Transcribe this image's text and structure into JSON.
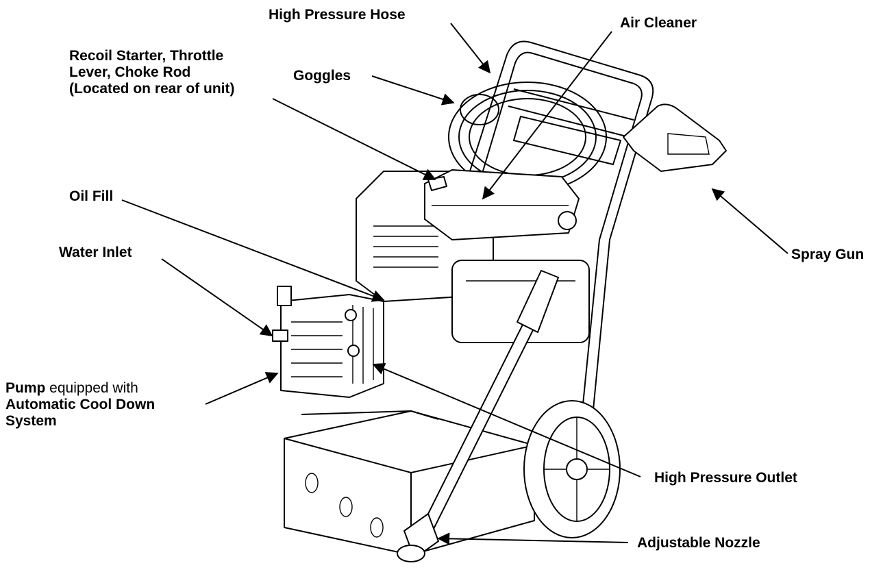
{
  "labels": {
    "high_pressure_hose": "High Pressure Hose",
    "air_cleaner": "Air Cleaner",
    "goggles": "Goggles",
    "recoil_line1": "Recoil Starter, Throttle",
    "recoil_line2": "Lever, Choke Rod",
    "recoil_line3": "(Located on rear of unit)",
    "oil_fill": "Oil Fill",
    "water_inlet": "Water Inlet",
    "spray_gun": "Spray Gun",
    "pump_bold": "Pump",
    "pump_rest": " equipped with",
    "pump_line2": "Automatic Cool Down",
    "pump_line3": "System",
    "high_pressure_outlet": "High Pressure Outlet",
    "adjustable_nozzle": "Adjustable Nozzle"
  }
}
